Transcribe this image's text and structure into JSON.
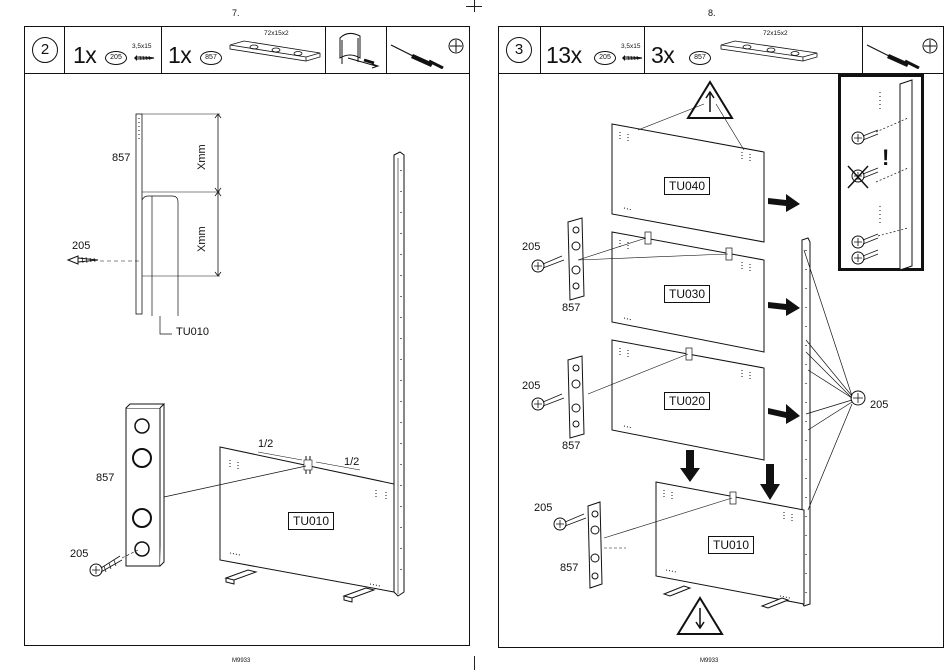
{
  "document": {
    "left_page": {
      "page_number": "7.",
      "footer_code": "M9933",
      "step_number": "2",
      "header": {
        "part1_qty": "1x",
        "part1_badge": "205",
        "part1_spec": "3,5x15",
        "part2_qty": "1x",
        "part2_badge": "857",
        "part2_spec": "72x15x2"
      },
      "labels": {
        "plate_top": "857",
        "screw_top": "205",
        "dim_top": "Xmm",
        "dim_bottom": "Xmm",
        "panel_ref": "TU010",
        "plate_big": "857",
        "screw_bottom": "205",
        "half_left": "1/2",
        "half_right": "1/2",
        "panel": "TU010"
      }
    },
    "right_page": {
      "page_number": "8.",
      "footer_code": "M9933",
      "step_number": "3",
      "header": {
        "part1_qty": "13x",
        "part1_badge": "205",
        "part1_spec": "3,5x15",
        "part2_qty": "3x",
        "part2_badge": "857",
        "part2_spec": "72x15x2"
      },
      "panels": [
        "TU040",
        "TU030",
        "TU020",
        "TU010"
      ],
      "labels": {
        "screw_a": "205",
        "plate_a": "857",
        "screw_b": "205",
        "plate_b": "857",
        "screw_c": "205",
        "plate_c": "857",
        "screw_group": "205"
      },
      "warning_mark": "!"
    },
    "icons": [
      "screwdriver-icon",
      "phillips-head-icon",
      "wall-bracket-icon",
      "warning-up-arrow-icon",
      "warning-down-arrow-icon",
      "forbidden-icon"
    ]
  }
}
